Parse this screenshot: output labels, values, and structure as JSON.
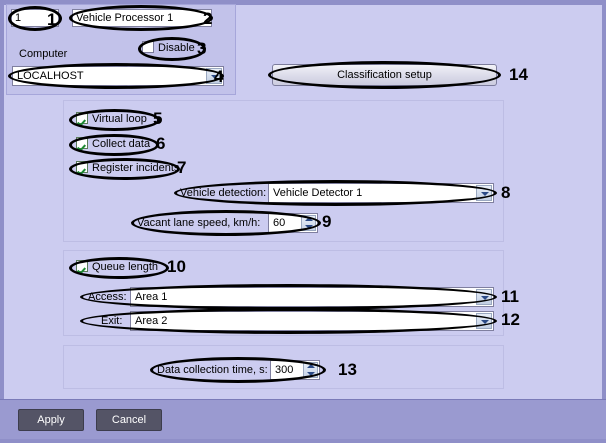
{
  "window": {
    "background_color": "#ccccf0",
    "frame_color": "#8f8fc8"
  },
  "identity": {
    "id_value": "1",
    "name_value": "Vehicle Processor 1"
  },
  "computer_group": {
    "label": "Computer",
    "host_value": "LOCALHOST",
    "disable_label": "Disable",
    "disable_checked": false
  },
  "classification": {
    "button_label": "Classification setup"
  },
  "detection_panel": {
    "virtual_loop_label": "Virtual loop",
    "collect_data_label": "Collect data",
    "register_incidents_label": "Register incidents",
    "vehicle_detection_label": "Vehicle detection:",
    "vehicle_detection_value": "Vehicle Detector 1",
    "vacant_lane_speed_label": "Vacant lane speed, km/h:",
    "vacant_lane_speed_value": "60"
  },
  "queue_panel": {
    "queue_length_label": "Queue length",
    "access_label": "Access:",
    "access_value": "Area 1",
    "exit_label": "Exit:",
    "exit_value": "Area 2"
  },
  "timing_panel": {
    "data_collection_label": "Data collection time, s:",
    "data_collection_value": "300"
  },
  "footer": {
    "apply_label": "Apply",
    "cancel_label": "Cancel"
  },
  "annotations": {
    "a1": "1",
    "a2": "2",
    "a3": "3",
    "a4": "4",
    "a5": "5",
    "a6": "6",
    "a7": "7",
    "a8": "8",
    "a9": "9",
    "a10": "10",
    "a11": "11",
    "a12": "12",
    "a13": "13",
    "a14": "14"
  }
}
